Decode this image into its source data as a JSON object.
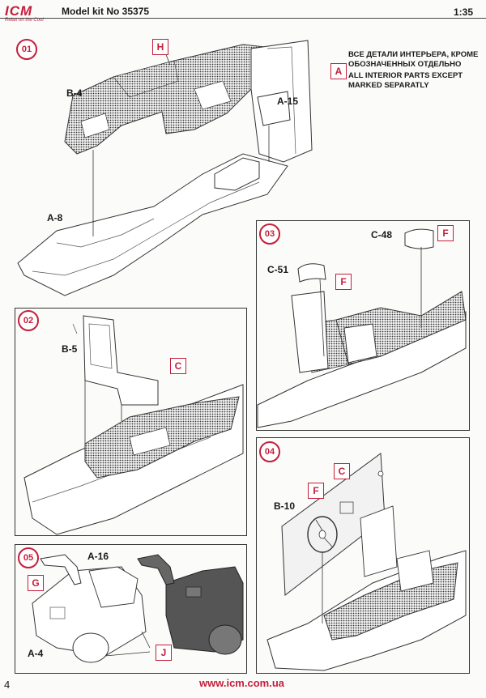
{
  "header": {
    "brand": "ICM",
    "tagline": "Relax on the Cool",
    "kit_label": "Model kit No 35375",
    "scale": "1:35"
  },
  "note": {
    "tag": "A",
    "ru_line1": "ВСЕ ДЕТАЛИ ИНТЕРЬЕРА, КРОМЕ",
    "ru_line2": "ОБОЗНАЧЕННЫХ ОТДЕЛЬНО",
    "en_line1": "ALL INTERIOR PARTS EXCEPT",
    "en_line2": "MARKED SEPARATLY"
  },
  "steps": {
    "s01": {
      "number": "01",
      "tag": "H",
      "parts": [
        "B-4",
        "A-15",
        "A-8"
      ]
    },
    "s02": {
      "number": "02",
      "tag": "C",
      "parts": [
        "B-5"
      ]
    },
    "s03": {
      "number": "03",
      "tags": [
        "F",
        "F"
      ],
      "parts": [
        "C-48",
        "C-51"
      ]
    },
    "s04": {
      "number": "04",
      "tags": [
        "F",
        "C"
      ],
      "parts": [
        "B-10"
      ]
    },
    "s05": {
      "number": "05",
      "tags": [
        "G",
        "J"
      ],
      "parts": [
        "A-16",
        "A-4"
      ]
    }
  },
  "footer": {
    "url": "www.icm.com.ua",
    "page": "4"
  },
  "colors": {
    "accent": "#c41e3a",
    "line": "#333333",
    "dark_part": "#555555"
  }
}
